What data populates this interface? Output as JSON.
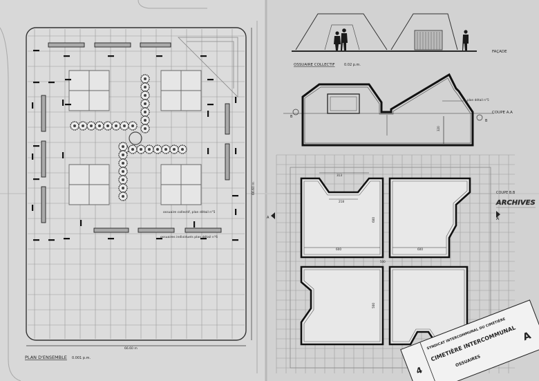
{
  "sheet": {
    "labels": {
      "plan_ensemble": "PLAN D'ENSEMBLE",
      "plan_scale": "0.001 p.m.",
      "plan_width_dim": "66.60 m",
      "plan_height_dim": "66.60 m",
      "ossuaire_collectif_note": "ossuaire collectif, plan détail n°5",
      "ossuaires_individuels_note": "ossuaires individuels plan détail n°6",
      "facade": "FAÇADE",
      "ossuaire_collectif": "OSSUAIRE COLLECTIF",
      "ossuaire_scale": "0.02 p.m.",
      "coupe_aa": "COUPE A.A",
      "plan_detail_5": "plan détail n°5",
      "coupe_bb": "COUPE B.B",
      "section_a": "A",
      "section_b": "B",
      "archives_stamp": "ARCHIVES"
    },
    "dimensions": {
      "d313": "313",
      "d218": "218",
      "d600a": "600",
      "d600b": "600",
      "d600c": "600",
      "d500": "500",
      "d500b": "500",
      "d320": "320"
    },
    "title_block": {
      "line1": "SYNDICAT INTERCOMMUNAL DU CIMETIÈRE",
      "line2": "CIMETIÈRE INTERCOMMUNAL",
      "line3": "OSSUAIRES",
      "sheet_letter": "A",
      "sheet_number": "4"
    }
  }
}
